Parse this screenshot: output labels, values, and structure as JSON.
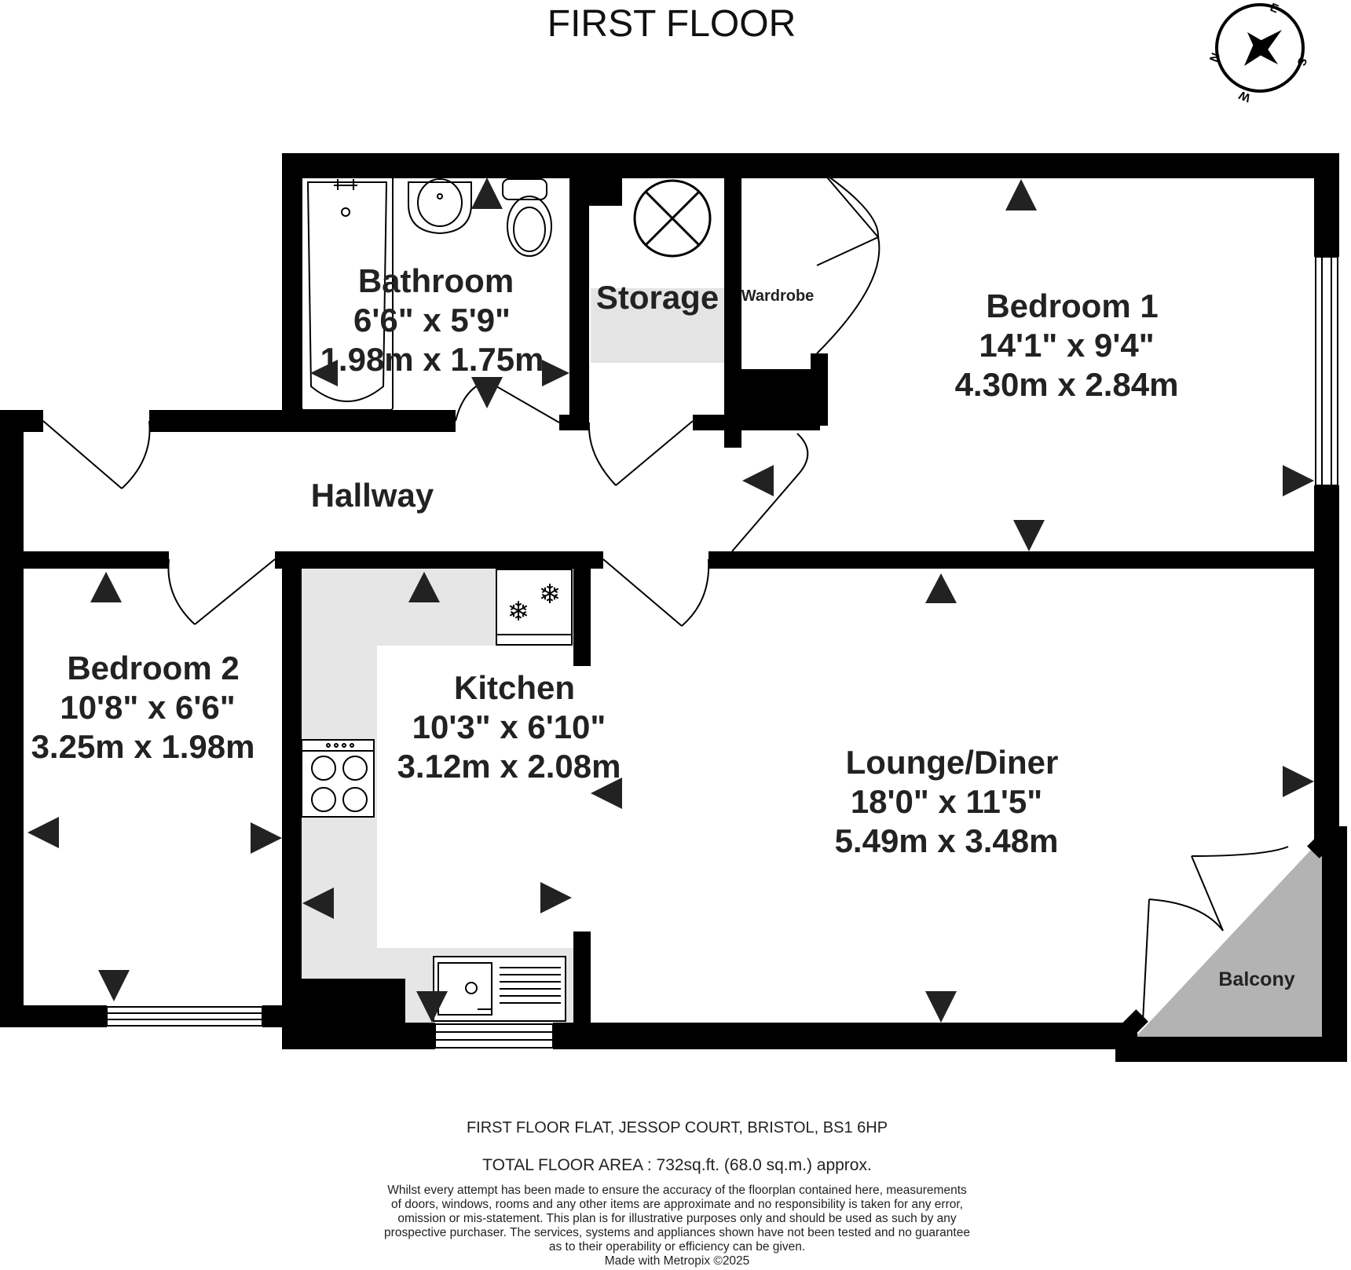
{
  "title": "FIRST FLOOR",
  "compass": {
    "n": "N",
    "e": "E",
    "s": "S",
    "w": "W"
  },
  "rooms": {
    "bathroom": {
      "name": "Bathroom",
      "imperial": "6'6\"  x 5'9\"",
      "metric": "1.98m  x 1.75m"
    },
    "storage": {
      "name": "Storage"
    },
    "wardrobe": {
      "name": "Wardrobe"
    },
    "bedroom1": {
      "name": "Bedroom 1",
      "imperial": "14'1\"  x 9'4\"",
      "metric": "4.30m  x 2.84m"
    },
    "hallway": {
      "name": "Hallway"
    },
    "bedroom2": {
      "name": "Bedroom 2",
      "imperial": "10'8\"  x 6'6\"",
      "metric": "3.25m  x 1.98m"
    },
    "kitchen": {
      "name": "Kitchen",
      "imperial": "10'3\"  x 6'10\"",
      "metric": "3.12m  x 2.08m"
    },
    "lounge": {
      "name": "Lounge/Diner",
      "imperial": "18'0\"  x 11'5\"",
      "metric": "5.49m  x 3.48m"
    },
    "balcony": {
      "name": "Balcony"
    }
  },
  "footer": {
    "address": "FIRST FLOOR FLAT, JESSOP COURT, BRISTOL, BS1 6HP",
    "area": "TOTAL FLOOR AREA : 732sq.ft. (68.0 sq.m.) approx.",
    "disclaimer": [
      "Whilst every attempt has been made to ensure the accuracy of the floorplan contained here, measurements",
      "of doors, windows, rooms and any other items are approximate and no responsibility is taken for any error,",
      "omission or mis-statement. This plan is for illustrative purposes only and should be used as such by any",
      "prospective purchaser. The services, systems and appliances shown have not been tested and no guarantee",
      "as to their operability or efficiency can be given."
    ],
    "credit": "Made with Metropix ©2025"
  },
  "colors": {
    "wall": "#000000",
    "kitchen_floor": "#e6e6e6",
    "balcony_fill": "#b3b3b3",
    "marker": "#222222"
  }
}
